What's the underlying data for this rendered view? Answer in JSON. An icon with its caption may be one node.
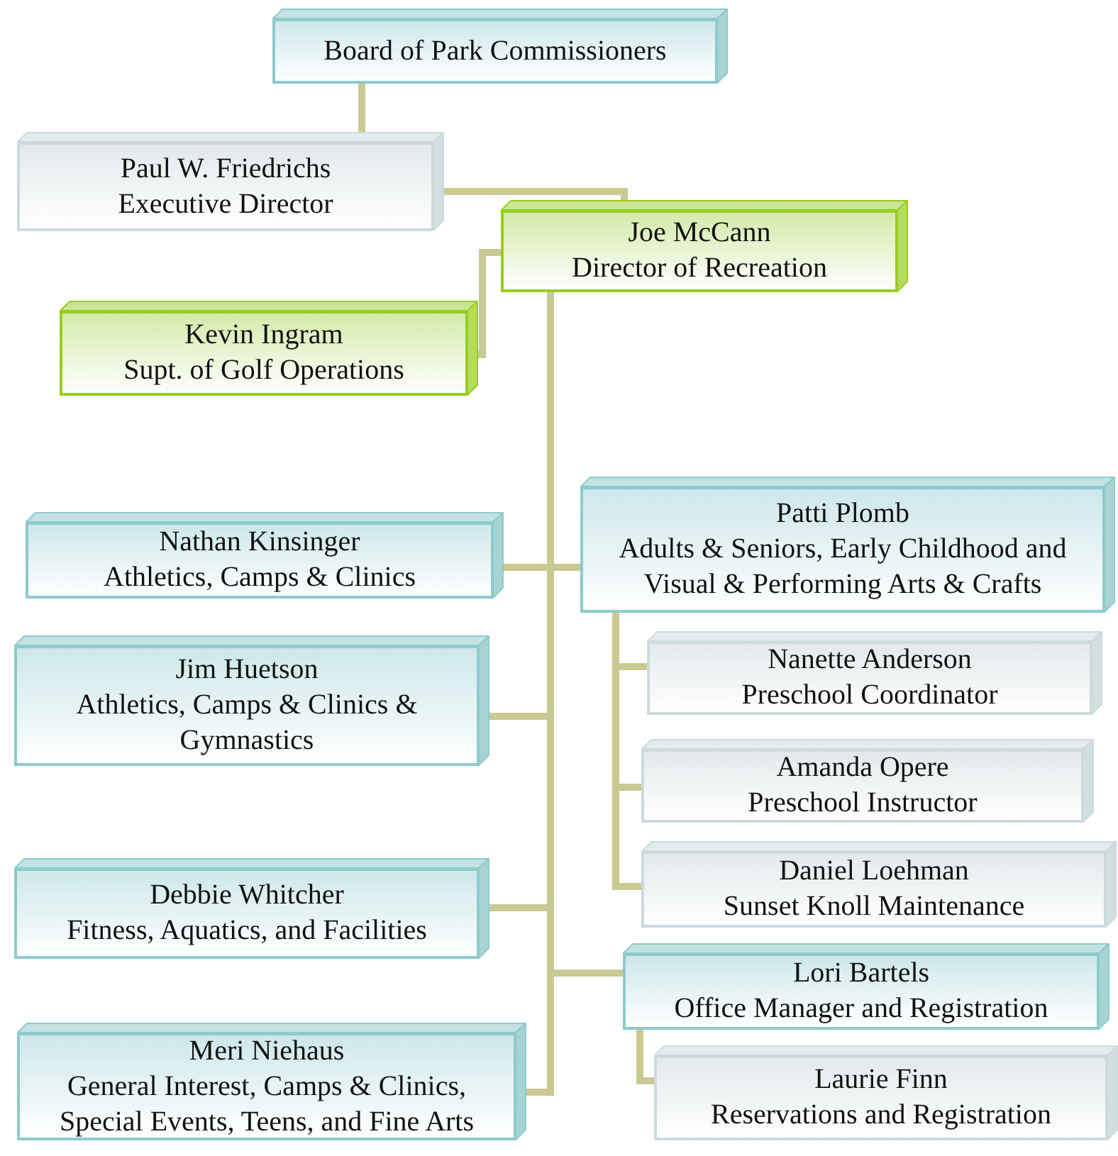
{
  "diagram": {
    "nodes": [
      {
        "text": [
          "Board of Park Commissioners"
        ]
      },
      {
        "text": [
          "Paul W. Friedrichs",
          "Executive Director"
        ]
      },
      {
        "text": [
          "Joe McCann",
          "Director of Recreation"
        ]
      },
      {
        "text": [
          "Kevin Ingram",
          "Supt. of Golf Operations"
        ]
      },
      {
        "text": [
          "Patti Plomb",
          "Adults & Seniors, Early Childhood and Visual & Performing Arts & Crafts"
        ]
      },
      {
        "text": [
          "Nathan Kinsinger",
          "Athletics, Camps & Clinics"
        ]
      },
      {
        "text": [
          "Nanette Anderson",
          "Preschool Coordinator"
        ]
      },
      {
        "text": [
          "Jim Huetson",
          "Athletics, Camps & Clinics & Gymnastics"
        ]
      },
      {
        "text": [
          "Amanda Opere",
          "Preschool Instructor"
        ]
      },
      {
        "text": [
          "Daniel Loehman",
          "Sunset Knoll Maintenance"
        ]
      },
      {
        "text": [
          "Debbie Whitcher",
          "Fitness, Aquatics, and Facilities"
        ]
      },
      {
        "text": [
          "Lori Bartels",
          "Office Manager and Registration"
        ]
      },
      {
        "text": [
          "Meri Niehaus",
          "General Interest, Camps & Clinics, Special Events, Teens, and Fine Arts"
        ]
      },
      {
        "text": [
          "Laurie Finn",
          "Reservations and Registration"
        ]
      }
    ],
    "edges": [
      {
        "from": 0,
        "to": 1,
        "arrow": "none"
      },
      {
        "from": 1,
        "to": 2,
        "arrow": "none"
      },
      {
        "from": 2,
        "to": 3,
        "arrow": "none"
      },
      {
        "from": 2,
        "to": 4,
        "arrow": "none"
      },
      {
        "from": 2,
        "to": 5,
        "arrow": "none"
      },
      {
        "from": 4,
        "to": 6,
        "arrow": "none"
      },
      {
        "from": 2,
        "to": 7,
        "arrow": "none"
      },
      {
        "from": 4,
        "to": 8,
        "arrow": "none"
      },
      {
        "from": 4,
        "to": 9,
        "arrow": "none"
      },
      {
        "from": 2,
        "to": 10,
        "arrow": "none"
      },
      {
        "from": 2,
        "to": 11,
        "arrow": "none"
      },
      {
        "from": 2,
        "to": 12,
        "arrow": "none"
      },
      {
        "from": 11,
        "to": 13,
        "arrow": "none"
      }
    ]
  }
}
